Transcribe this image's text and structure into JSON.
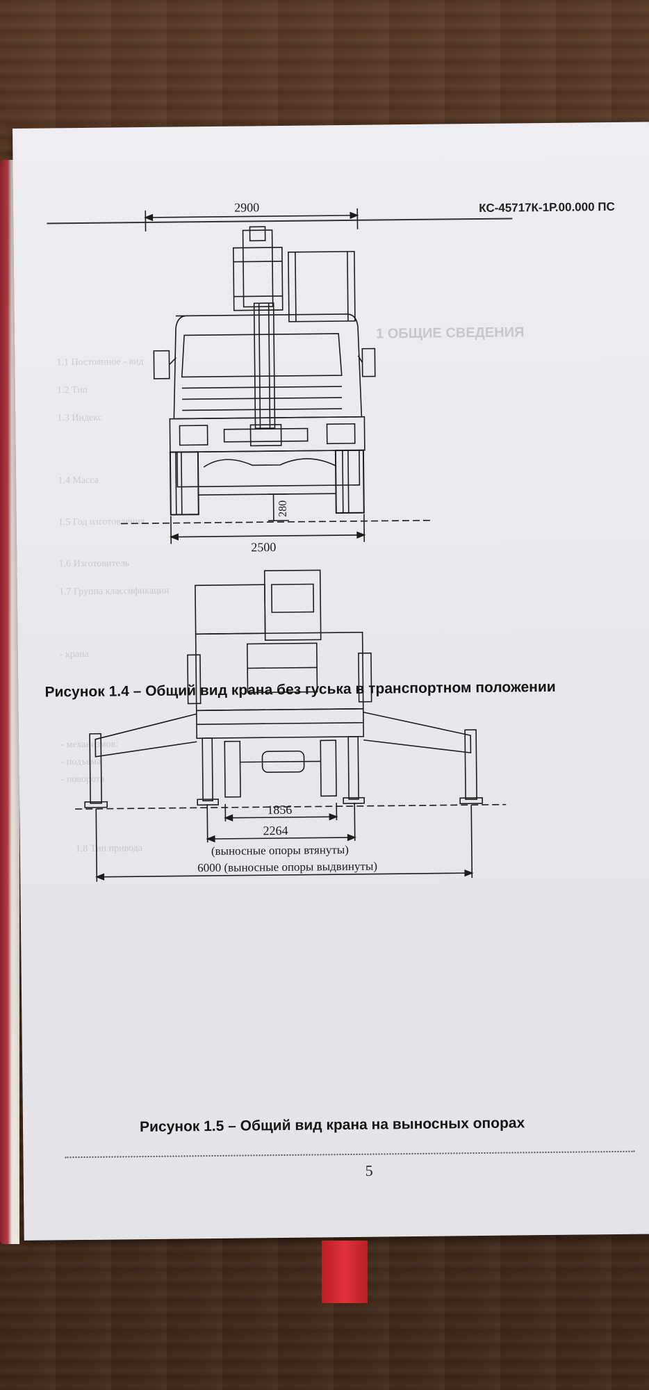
{
  "document": {
    "code": "КС-45717К-1Р.00.000 ПС",
    "page_number": "5"
  },
  "figures": [
    {
      "caption": "Рисунок 1.4 – Общий вид крана без гуська в транспортном положении",
      "dimensions": {
        "overall_width": "2900",
        "track_width": "2500",
        "ground_clearance": "280"
      }
    },
    {
      "caption": "Рисунок 1.5 – Общий вид крана на выносных опорах",
      "dimensions": {
        "inner": "1856",
        "retracted": "2264",
        "retracted_note": "(выносные опоры втянуты)",
        "extended": "6000 (выносные опоры выдвинуты)"
      }
    }
  ],
  "bleed_through": {
    "title": "1 ОБЩИЕ СВЕДЕНИЯ",
    "lines": [
      "1.1 Постоянное - вид",
      "1.2 Тип",
      "1.3 Индекс",
      "1.4 Масса",
      "1.5 Год изготовления",
      "1.6 Изготовитель",
      "1.7 Группа классификации",
      "- крана",
      "- механизмов:",
      "- подъема",
      "- поворота",
      "1.8 Тип привода"
    ]
  }
}
